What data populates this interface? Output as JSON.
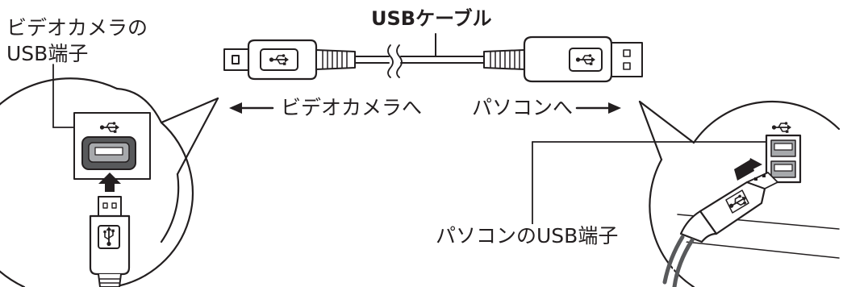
{
  "labels": {
    "cable": "USBケーブル",
    "camera_port_line1": "ビデオカメラの",
    "camera_port_line2": "USB端子",
    "to_camera": "ビデオカメラへ",
    "to_pc": "パソコンへ",
    "pc_port": "パソコンのUSB端子"
  },
  "icons": {
    "usb_symbol": "usb-icon",
    "arrow_left": "arrow-left-icon",
    "arrow_right": "arrow-right-icon",
    "arrow_up": "arrow-up-icon"
  },
  "colors": {
    "line": "#231f20",
    "connector_fill": "#ffffff",
    "metal_gray": "#a7a9ac",
    "dark_gray": "#58595b",
    "background": "#ffffff"
  }
}
